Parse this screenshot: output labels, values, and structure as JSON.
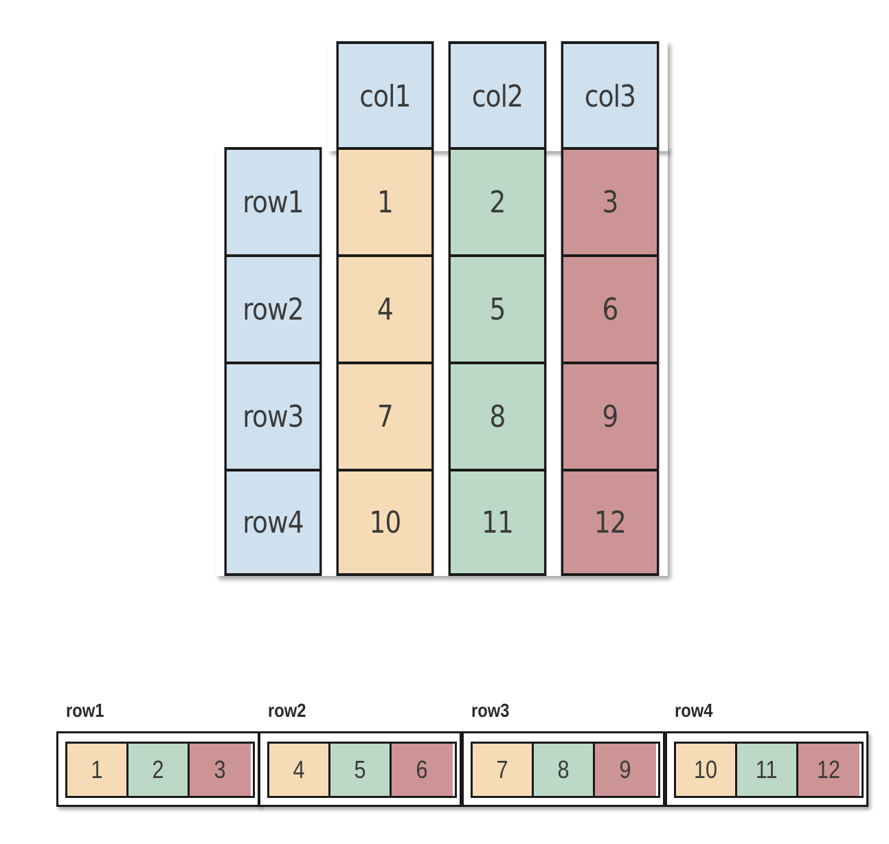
{
  "columns": [
    "col1",
    "col2",
    "col3"
  ],
  "rows": [
    {
      "label": "row1",
      "values": [
        "1",
        "2",
        "3"
      ]
    },
    {
      "label": "row2",
      "values": [
        "4",
        "5",
        "6"
      ]
    },
    {
      "label": "row3",
      "values": [
        "7",
        "8",
        "9"
      ]
    },
    {
      "label": "row4",
      "values": [
        "10",
        "11",
        "12"
      ]
    }
  ],
  "colors": {
    "header": "#cfe0ee",
    "col1": "#f6dcb6",
    "col2": "#bcd9c7",
    "col3": "#cd9496",
    "border": "#1a1a1a"
  }
}
